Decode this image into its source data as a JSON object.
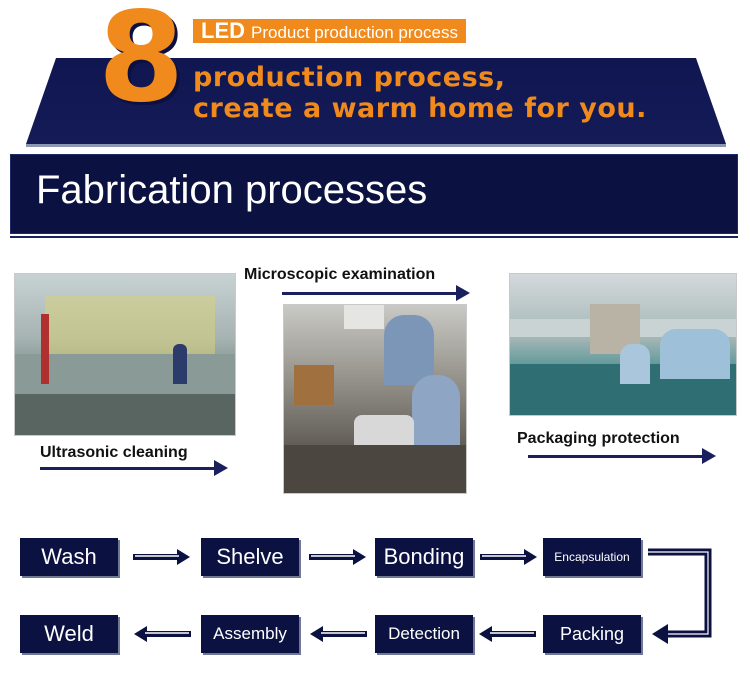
{
  "header": {
    "number": "8",
    "badge_led": "LED",
    "badge_rest": "Product production process",
    "slogan_line1": "production process,",
    "slogan_line2": "create a warm home for you.",
    "accent_color": "#f08a1c",
    "navy_color": "#0b1241"
  },
  "section": {
    "title": "Fabrication processes"
  },
  "photos": {
    "cleaning": {
      "caption": "Ultrasonic cleaning"
    },
    "microscope": {
      "caption": "Microscopic examination"
    },
    "packaging": {
      "caption": "Packaging protection"
    }
  },
  "flow": {
    "row1": [
      "Wash",
      "Shelve",
      "Bonding",
      "Encapsulation"
    ],
    "row2": [
      "Packing",
      "Detection",
      "Assembly",
      "Weld"
    ]
  }
}
